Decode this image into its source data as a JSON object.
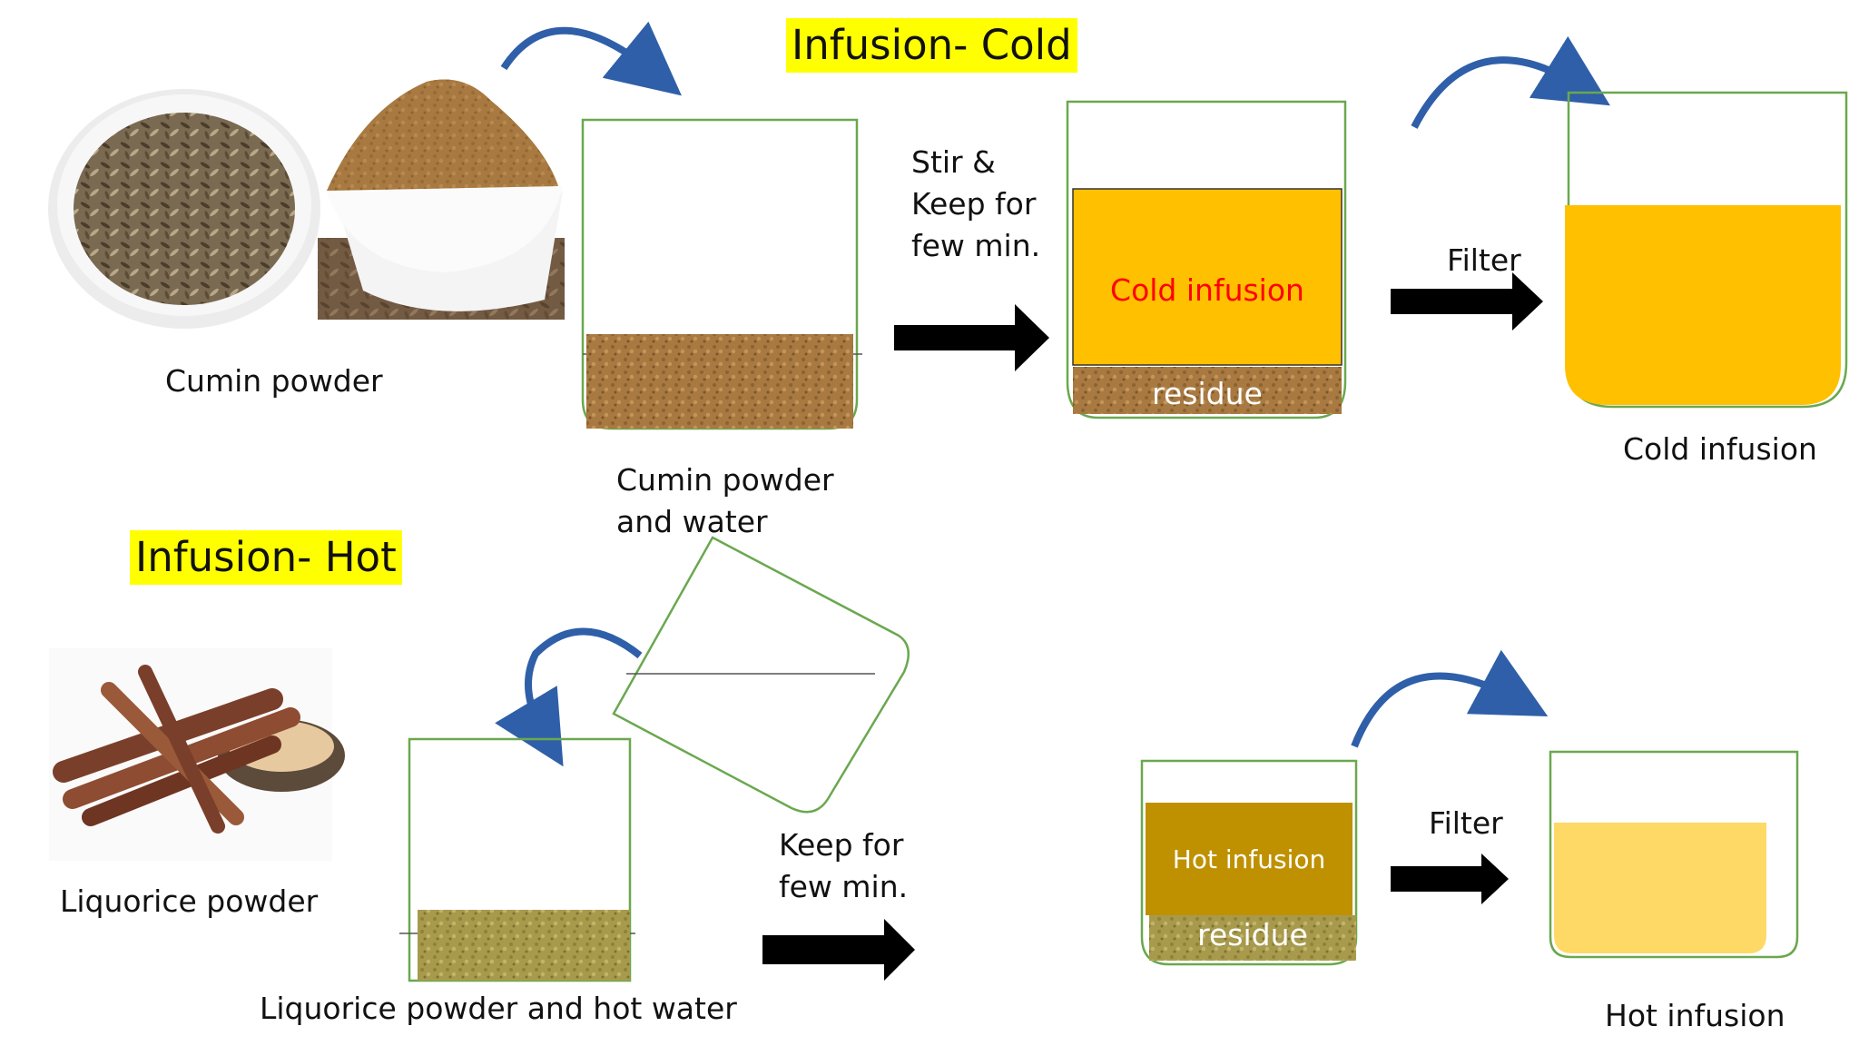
{
  "cold": {
    "title": "Infusion- Cold",
    "ingredient_label": "Cumin powder",
    "mix_label_line1": "Cumin powder",
    "mix_label_line2": "and water",
    "step_line1": "Stir &",
    "step_line2": "Keep for",
    "step_line3": "few min.",
    "liquid_text": "Cold infusion",
    "residue_text": "residue",
    "filter_label": "Filter",
    "result_label": "Cold infusion"
  },
  "hot": {
    "title": "Infusion- Hot",
    "ingredient_label": "Liquorice powder",
    "mix_label": "Liquorice powder and hot water",
    "step_line1": "Keep for",
    "step_line2": "few min.",
    "liquid_text": "Hot infusion",
    "residue_text": "residue",
    "filter_label": "Filter",
    "result_label": "Hot infusion"
  },
  "colors": {
    "highlight": "#ffff00",
    "beaker_outline": "#6aa84f",
    "cold_infusion": "#ffc000",
    "cold_infusion_text": "#ff0000",
    "cold_filtered": "#ffc000",
    "hot_infusion": "#bf9000",
    "hot_filtered": "#ffd966",
    "cumin_powder": "#a97a3f",
    "liquorice_powder": "#a89a4c",
    "curved_arrow": "#2f5fa8",
    "straight_arrow": "#000000"
  },
  "icons": {
    "cumin_seeds": "cumin-seeds-bowl-image",
    "cumin_powder": "cumin-powder-bowl-image",
    "liquorice": "liquorice-sticks-image"
  }
}
